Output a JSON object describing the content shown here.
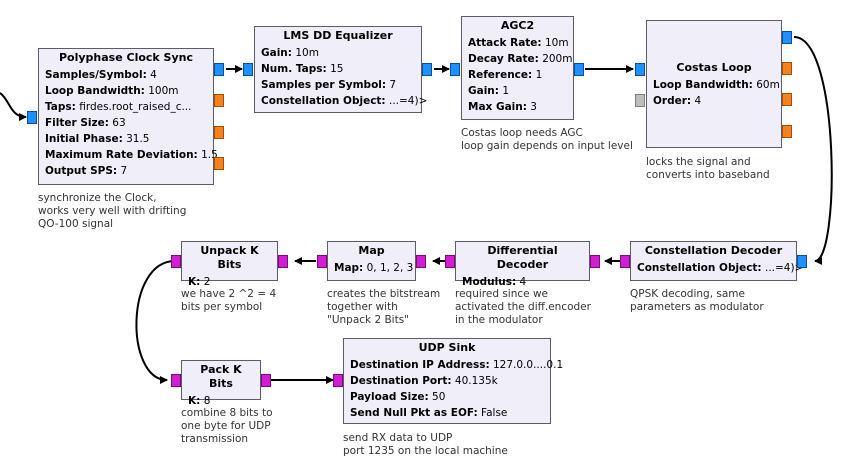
{
  "blocks": {
    "polyphase": {
      "title": "Polyphase Clock Sync",
      "params": [
        {
          "k": "Samples/Symbol:",
          "v": "4"
        },
        {
          "k": "Loop Bandwidth:",
          "v": "100m"
        },
        {
          "k": "Taps:",
          "v": "firdes.root_raised_c..."
        },
        {
          "k": "Filter Size:",
          "v": "63"
        },
        {
          "k": "Initial Phase:",
          "v": "31.5"
        },
        {
          "k": "Maximum Rate Deviation:",
          "v": "1.5"
        },
        {
          "k": "Output SPS:",
          "v": "7"
        }
      ]
    },
    "lms": {
      "title": "LMS DD Equalizer",
      "params": [
        {
          "k": "Gain:",
          "v": "10m"
        },
        {
          "k": "Num. Taps:",
          "v": "15"
        },
        {
          "k": "Samples per Symbol:",
          "v": "7"
        },
        {
          "k": "Constellation Object:",
          "v": "...=4)>"
        }
      ]
    },
    "agc2": {
      "title": "AGC2",
      "params": [
        {
          "k": "Attack Rate:",
          "v": "10m"
        },
        {
          "k": "Decay Rate:",
          "v": "200m"
        },
        {
          "k": "Reference:",
          "v": "1"
        },
        {
          "k": "Gain:",
          "v": "1"
        },
        {
          "k": "Max Gain:",
          "v": "3"
        }
      ]
    },
    "costas": {
      "title": "Costas Loop",
      "params": [
        {
          "k": "Loop Bandwidth:",
          "v": "60m"
        },
        {
          "k": "Order:",
          "v": "4"
        }
      ]
    },
    "constdec": {
      "title": "Constellation Decoder",
      "params": [
        {
          "k": "Constellation Object:",
          "v": "...=4)>"
        }
      ]
    },
    "diffdec": {
      "title": "Differential Decoder",
      "params": [
        {
          "k": "Modulus:",
          "v": "4"
        }
      ]
    },
    "map": {
      "title": "Map",
      "params": [
        {
          "k": "Map:",
          "v": "0, 1, 2, 3"
        }
      ]
    },
    "unpack": {
      "title": "Unpack K Bits",
      "params": [
        {
          "k": "K:",
          "v": "2"
        }
      ]
    },
    "pack": {
      "title": "Pack K Bits",
      "params": [
        {
          "k": "K:",
          "v": "8"
        }
      ]
    },
    "udp": {
      "title": "UDP Sink",
      "params": [
        {
          "k": "Destination IP Address:",
          "v": "127.0.0....0.1"
        },
        {
          "k": "Destination Port:",
          "v": "40.135k"
        },
        {
          "k": "Payload Size:",
          "v": "50"
        },
        {
          "k": "Send Null Pkt as EOF:",
          "v": "False"
        }
      ]
    }
  },
  "comments": {
    "clock": "synchronize the Clock,\nworks very well with drifting\nQO-100 signal",
    "agc": "Costas loop needs AGC\nloop gain depends on input level",
    "costas": "locks the signal and\nconverts into baseband",
    "constdec": "QPSK decoding, same\nparameters as modulator",
    "diffdec": "required since we\nactivated the diff.encoder\nin the modulator",
    "map": "creates the bitstream\ntogether with\n\"Unpack 2 Bits\"",
    "unpack": "we have 2 ^2 = 4\nbits per symbol",
    "pack": "combine 8 bits to\none byte for UDP\ntransmission",
    "udp": "send RX data to UDP\nport 1235 on the local machine"
  },
  "colors": {
    "block_bg": "#f0eef9",
    "port_complex": "#1e90ff",
    "port_float": "#f58220",
    "port_byte": "#d21ed2",
    "port_disabled": "#bdbdbd"
  }
}
